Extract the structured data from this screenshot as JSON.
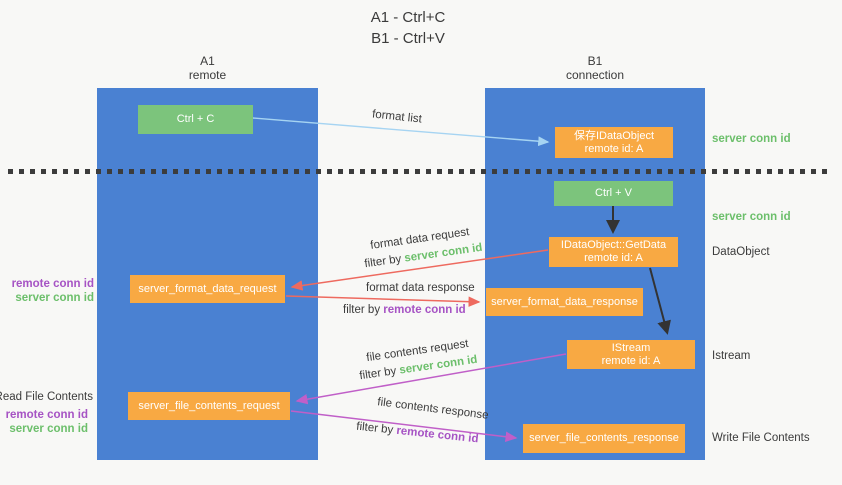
{
  "title": {
    "line1": "A1 - Ctrl+C",
    "line2": "B1 - Ctrl+V"
  },
  "lanes": {
    "left": {
      "name": "A1",
      "role": "remote"
    },
    "right": {
      "name": "B1",
      "role": "connection"
    }
  },
  "nodes": {
    "ctrl_c": "Ctrl + C",
    "save_idataobject": {
      "line1": "保存IDataObject",
      "line2": "remote id: A"
    },
    "ctrl_v": "Ctrl + V",
    "getdata": {
      "line1": "IDataObject::GetData",
      "line2": "remote id: A"
    },
    "server_format_data_request": "server_format_data_request",
    "server_format_data_response": "server_format_data_response",
    "istream": {
      "line1": "IStream",
      "line2": "remote id: A"
    },
    "server_file_contents_request": "server_file_contents_request",
    "server_file_contents_response": "server_file_contents_response"
  },
  "edge_labels": {
    "format_list": "format list",
    "format_data_request": "format data request",
    "format_data_response": "format data response",
    "file_contents_request": "file contents request",
    "file_contents_response": "file contents response",
    "filter_by": "filter by",
    "server_conn_id": "server conn id",
    "remote_conn_id": "remote conn id"
  },
  "annotations": {
    "left": {
      "remote_conn_id": "remote conn id",
      "server_conn_id": "server conn id",
      "read_file_contents": "Read File Contents"
    },
    "right": {
      "server_conn_id_top": "server conn id",
      "server_conn_id_mid": "server conn id",
      "dataobject": "DataObject",
      "istream": "Istream",
      "write_file_contents": "Write File Contents"
    }
  },
  "colors": {
    "lane_blue": "#4a81d2",
    "box_green": "#7cc47c",
    "box_orange": "#f8a943",
    "arrow_light_blue": "#a6d4f2",
    "arrow_red": "#ee6a5f",
    "arrow_magenta": "#c05fc8",
    "arrow_black": "#333333",
    "text_green": "#6cbf6b",
    "text_purple": "#a653c4"
  }
}
